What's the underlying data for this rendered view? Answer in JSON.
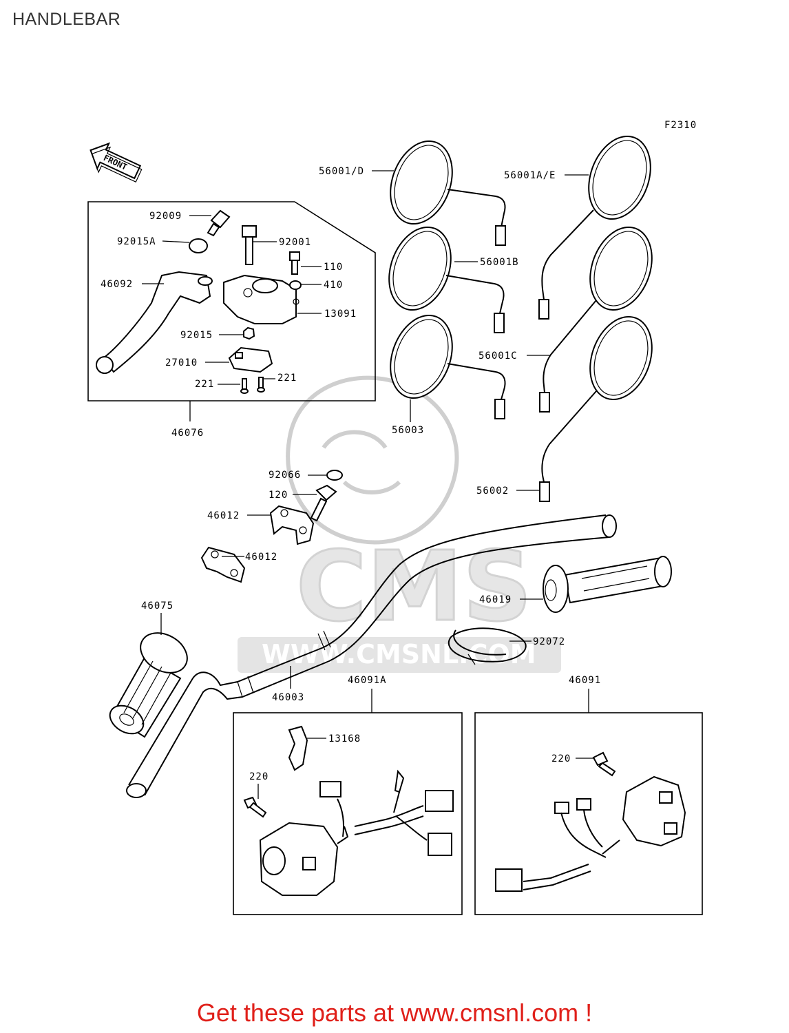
{
  "page": {
    "title": "HANDLEBAR",
    "figure_code": "F2310",
    "front_arrow_label": "FRONT",
    "watermark_text": "CMS",
    "watermark_url": "WWW.CMSNL.COM",
    "footer_cta": "Get these parts at www.cmsnl.com !"
  },
  "parts": {
    "p92009": "92009",
    "p92015A": "92015A",
    "p92001": "92001",
    "p110": "110",
    "p410": "410",
    "p46092": "46092",
    "p13091": "13091",
    "p92015": "92015",
    "p27010": "27010",
    "p221a": "221",
    "p221b": "221",
    "p46076": "46076",
    "p56001D": "56001/D",
    "p56001AE": "56001A/E",
    "p56001B": "56001B",
    "p56001C": "56001C",
    "p56003": "56003",
    "p56002": "56002",
    "p92066": "92066",
    "p120": "120",
    "p46012a": "46012",
    "p46012b": "46012",
    "p46075": "46075",
    "p46003": "46003",
    "p46019": "46019",
    "p92072": "92072",
    "p46091A": "46091A",
    "p46091": "46091",
    "p13168": "13168",
    "p220a": "220",
    "p220b": "220"
  }
}
